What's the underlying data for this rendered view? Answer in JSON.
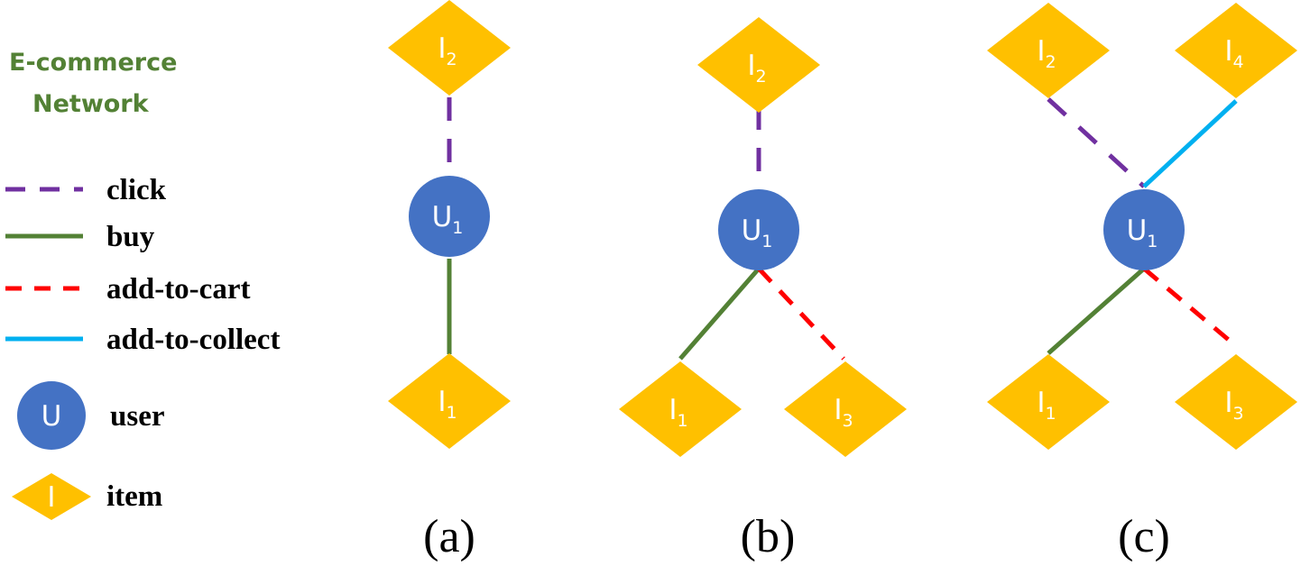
{
  "title_lines": [
    "E-commerce",
    "Network"
  ],
  "colors": {
    "title": "#538135",
    "user": "#4472C4",
    "item": "#FFC000",
    "click": "#7030A0",
    "buy": "#538135",
    "add_to_cart": "#FF0000",
    "add_to_collect": "#00B0F0"
  },
  "legend": {
    "edges": [
      {
        "type": "click",
        "label": "click"
      },
      {
        "type": "buy",
        "label": "buy"
      },
      {
        "type": "add_to_cart",
        "label": "add-to-cart"
      },
      {
        "type": "add_to_collect",
        "label": "add-to-collect"
      }
    ],
    "nodes": [
      {
        "type": "user",
        "symbol": "U",
        "label": "user"
      },
      {
        "type": "item",
        "symbol": "I",
        "label": "item"
      }
    ]
  },
  "panels": [
    {
      "caption": "(a)",
      "user": {
        "letter": "U",
        "sub": "1"
      },
      "items": [
        {
          "id": "a-I2",
          "letter": "I",
          "sub": "2"
        },
        {
          "id": "a-I1",
          "letter": "I",
          "sub": "1"
        }
      ],
      "edges": [
        {
          "item": "a-I2",
          "type": "click"
        },
        {
          "item": "a-I1",
          "type": "buy"
        }
      ]
    },
    {
      "caption": "(b)",
      "user": {
        "letter": "U",
        "sub": "1"
      },
      "items": [
        {
          "id": "b-I2",
          "letter": "I",
          "sub": "2"
        },
        {
          "id": "b-I1",
          "letter": "I",
          "sub": "1"
        },
        {
          "id": "b-I3",
          "letter": "I",
          "sub": "3"
        }
      ],
      "edges": [
        {
          "item": "b-I2",
          "type": "click"
        },
        {
          "item": "b-I1",
          "type": "buy"
        },
        {
          "item": "b-I3",
          "type": "add_to_cart"
        }
      ]
    },
    {
      "caption": "(c)",
      "user": {
        "letter": "U",
        "sub": "1"
      },
      "items": [
        {
          "id": "c-I2",
          "letter": "I",
          "sub": "2"
        },
        {
          "id": "c-I4",
          "letter": "I",
          "sub": "4"
        },
        {
          "id": "c-I1",
          "letter": "I",
          "sub": "1"
        },
        {
          "id": "c-I3",
          "letter": "I",
          "sub": "3"
        }
      ],
      "edges": [
        {
          "item": "c-I2",
          "type": "click"
        },
        {
          "item": "c-I4",
          "type": "add_to_collect"
        },
        {
          "item": "c-I1",
          "type": "buy"
        },
        {
          "item": "c-I3",
          "type": "add_to_cart"
        }
      ]
    }
  ]
}
